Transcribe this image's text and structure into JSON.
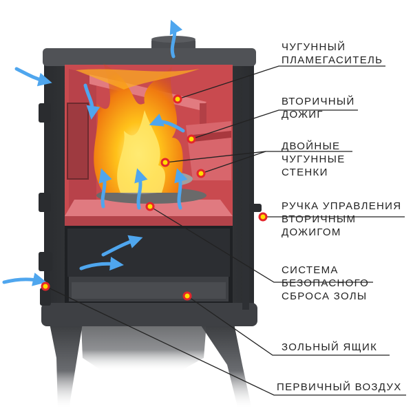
{
  "labels": {
    "flame_deflector": [
      "ЧУГУННЫЙ",
      "ПЛАМЕГАСИТЕЛЬ"
    ],
    "secondary_burn": [
      "ВТОРИЧНЫЙ",
      "ДОЖИГ"
    ],
    "double_walls": [
      "ДВОЙНЫЕ",
      "ЧУГУННЫЕ",
      "СТЕНКИ"
    ],
    "control_handle": [
      "РУЧКА УПРАВЛЕНИЯ",
      "ВТОРИЧНЫМ",
      "ДОЖИГОМ"
    ],
    "ash_system": [
      "СИСТЕМА",
      "БЕЗОПАСНОГО",
      "СБРОСА ЗОЛЫ"
    ],
    "ash_box": [
      "ЗОЛЬНЫЙ ЯЩИК"
    ],
    "primary_air": [
      "ПЕРВИЧНЫЙ ВОЗДУХ"
    ]
  },
  "colors": {
    "stove_iron": "#3a3c3f",
    "firebox_red": "#c94a4f",
    "firebox_light": "#e27b80",
    "air_arrow": "#4fa6ee",
    "marker_red": "#e3262a",
    "marker_yellow": "#ffdd00",
    "leader_line": "#222222"
  },
  "icons": [
    "air-arrow-icon",
    "flame-icon",
    "marker-icon"
  ]
}
